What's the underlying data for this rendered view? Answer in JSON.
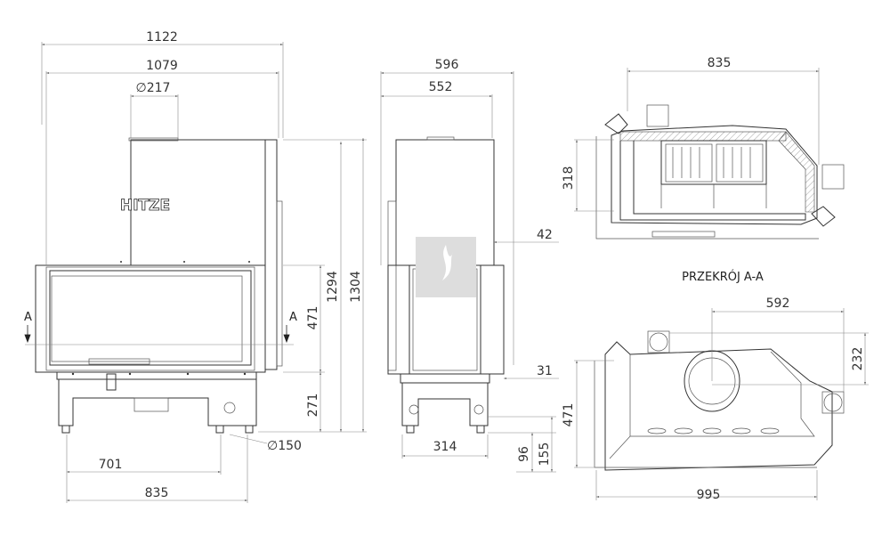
{
  "front_view": {
    "logo_text": "HITZE",
    "section_marker": "A",
    "dimensions": {
      "overall_width": "1122",
      "body_width": "1079",
      "flue_diameter": "∅217",
      "height_1294": "1294",
      "height_1304": "1304",
      "glass_height": "471",
      "base_height": "271",
      "air_inlet_diameter": "∅150",
      "inlet_offset": "701",
      "leg_span": "835"
    }
  },
  "side_view": {
    "dimensions": {
      "overall_depth": "596",
      "body_depth": "552",
      "offset_42": "42",
      "offset_31": "31",
      "base_depth": "314",
      "height_96": "96",
      "height_155": "155"
    }
  },
  "section_view": {
    "title": "PRZEKRÓJ A-A",
    "dimensions": {
      "width": "835",
      "depth": "318"
    }
  },
  "top_view": {
    "dimensions": {
      "flue_offset_x": "592",
      "flue_offset_y": "232",
      "depth": "471",
      "width": "995"
    }
  }
}
